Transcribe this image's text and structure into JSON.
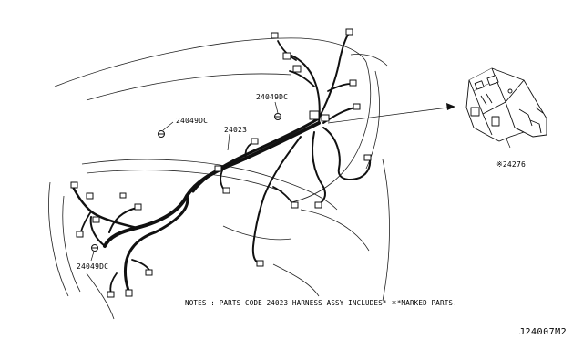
{
  "callouts": {
    "clip_top": "24049DC",
    "clip_left": "24049DC",
    "clip_bottom": "24049DC",
    "harness": "24023",
    "bracket": "※24276"
  },
  "notes": "NOTES : PARTS CODE 24023 HARNESS ASSY INCLUDES* ※*MARKED PARTS.",
  "diagram_code": "J24007M2"
}
